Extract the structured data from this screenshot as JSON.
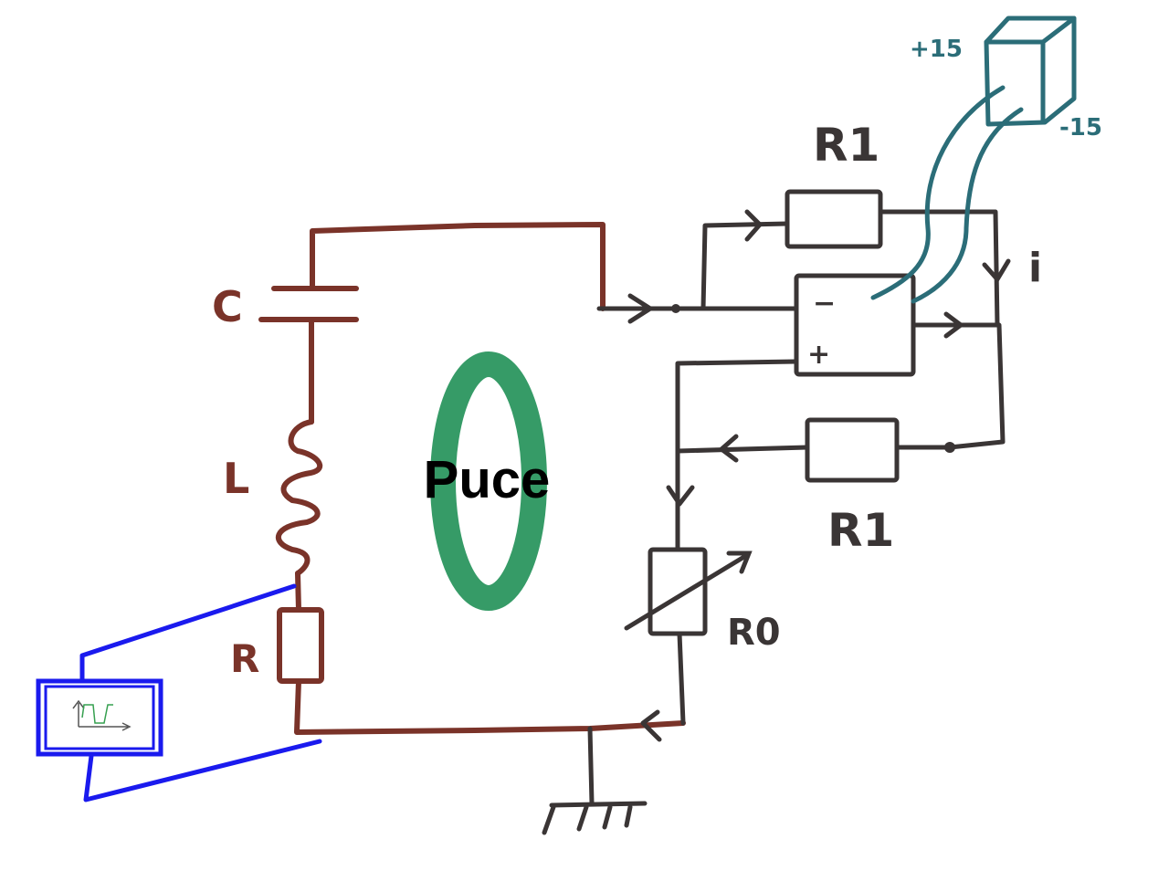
{
  "colors": {
    "background": "#ffffff",
    "rlc_wire": "#7a3329",
    "opamp_wire": "#3a3535",
    "scope_probe": "#1a1aee",
    "power_cable": "#2b6d78",
    "puce_ring": "#369b67",
    "puce_text": "#000000"
  },
  "labels": {
    "capacitor": "C",
    "inductor": "L",
    "resistor": "R",
    "r1_top": "R1",
    "r1_bottom": "R1",
    "r0": "R0",
    "current": "i",
    "supply_plus": "+15",
    "supply_minus": "-15",
    "opamp_minus": "−",
    "opamp_plus": "+",
    "puce": "Puce"
  },
  "icons": {
    "oscilloscope": "oscilloscope-icon",
    "power_supply": "power-supply-box-icon",
    "ground": "ground-icon",
    "variable_resistor": "variable-resistor-icon"
  }
}
